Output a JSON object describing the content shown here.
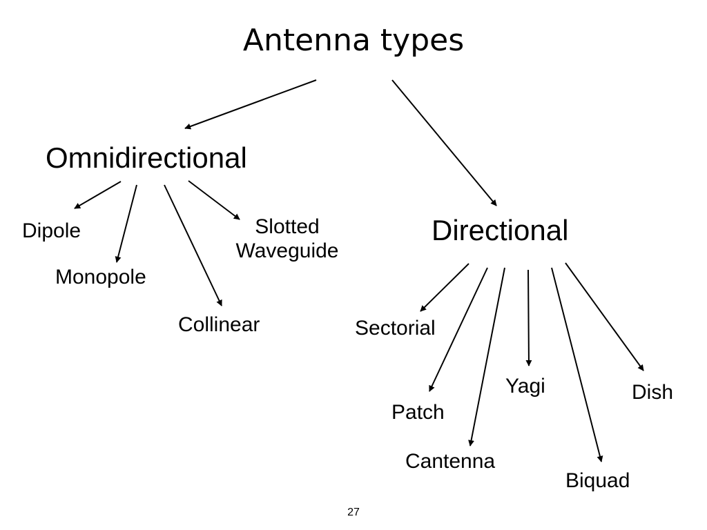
{
  "title": "Antenna types",
  "categories": {
    "omnidirectional": "Omnidirectional",
    "directional": "Directional"
  },
  "omnidirectional_types": {
    "dipole": "Dipole",
    "monopole": "Monopole",
    "collinear": "Collinear",
    "slotted_waveguide": [
      "Slotted",
      "Waveguide"
    ]
  },
  "directional_types": {
    "sectorial": "Sectorial",
    "patch": "Patch",
    "cantenna": "Cantenna",
    "yagi": "Yagi",
    "biquad": "Biquad",
    "dish": "Dish"
  },
  "page_number": "27"
}
